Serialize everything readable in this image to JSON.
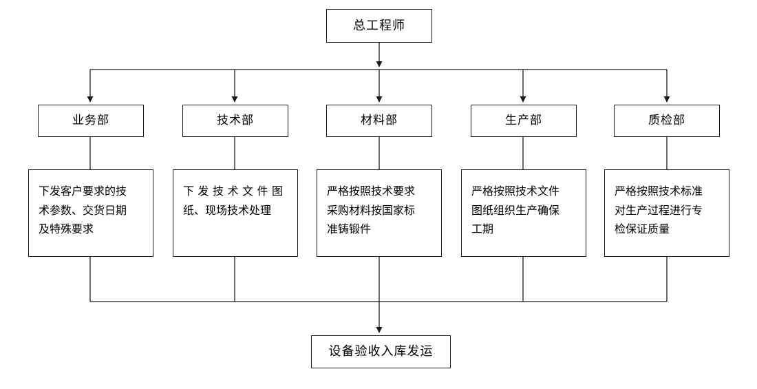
{
  "diagram": {
    "title_node": {
      "id": "chief-engineer",
      "label": "总工程师"
    },
    "departments": [
      {
        "id": "business",
        "label": "业务部",
        "detail": "下发客户要求的技术参数、交货日期及特殊要求",
        "detail_lines": [
          "下发客户要求的技",
          "术参数、交货日期",
          "及特殊要求"
        ]
      },
      {
        "id": "technical",
        "label": "技术部",
        "detail": "下发技术文件图纸、现场技术处理",
        "detail_lines": [
          "下发技术文件图",
          "纸、现场技术处理"
        ]
      },
      {
        "id": "materials",
        "label": "材料部",
        "detail": "严格按照技术要求采购材料按国家标准铸锻件",
        "detail_lines": [
          "严格按照技术要求",
          "采购材料按国家标",
          "准铸锻件"
        ]
      },
      {
        "id": "production",
        "label": "生产部",
        "detail": "严格按照技术文件图纸组织生产确保工期",
        "detail_lines": [
          "严格按照技术文件",
          "图纸组织生产确保",
          "工期"
        ]
      },
      {
        "id": "quality-inspection",
        "label": "质检部",
        "detail": "严格按照技术标准对生产过程进行专检保证质量",
        "detail_lines": [
          "严格按照技术标准",
          "对生产过程进行专",
          "检保证质量"
        ]
      }
    ],
    "terminal_node": {
      "id": "equipment-acceptance",
      "label": "设备验收入库发运"
    },
    "style": {
      "line_color": "#1a1a1a",
      "box_border_color": "#1a1a1a",
      "background": "#ffffff",
      "text_color": "#000000"
    }
  }
}
